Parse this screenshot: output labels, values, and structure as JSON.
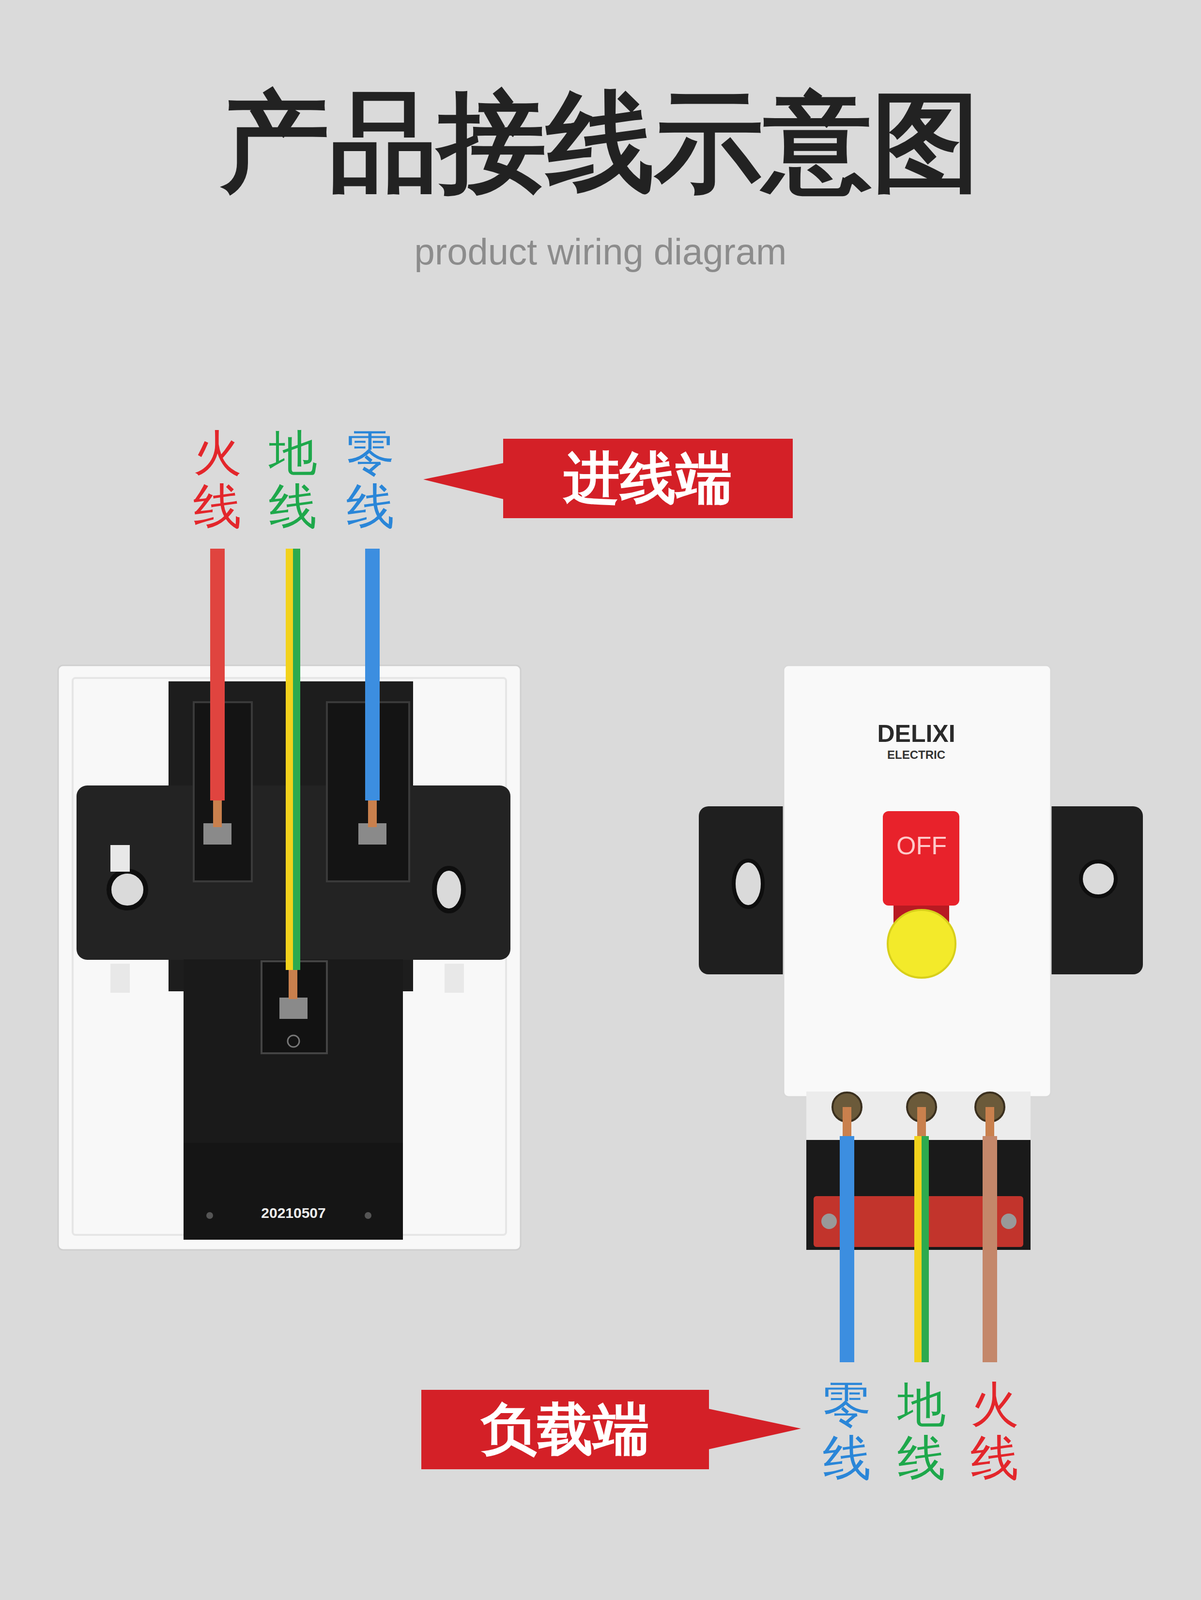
{
  "diagram": {
    "title": "产品接线示意图",
    "nodes": [
      {
        "text": [
          "进线端"
        ]
      },
      {
        "text": [
          "负载端"
        ]
      }
    ],
    "labels": [
      "product wiring diagram",
      "火线",
      "地线",
      "零线",
      "DELIXI",
      "ELECTRIC",
      "OFF",
      "20210507",
      "零线",
      "地线",
      "火线"
    ]
  }
}
